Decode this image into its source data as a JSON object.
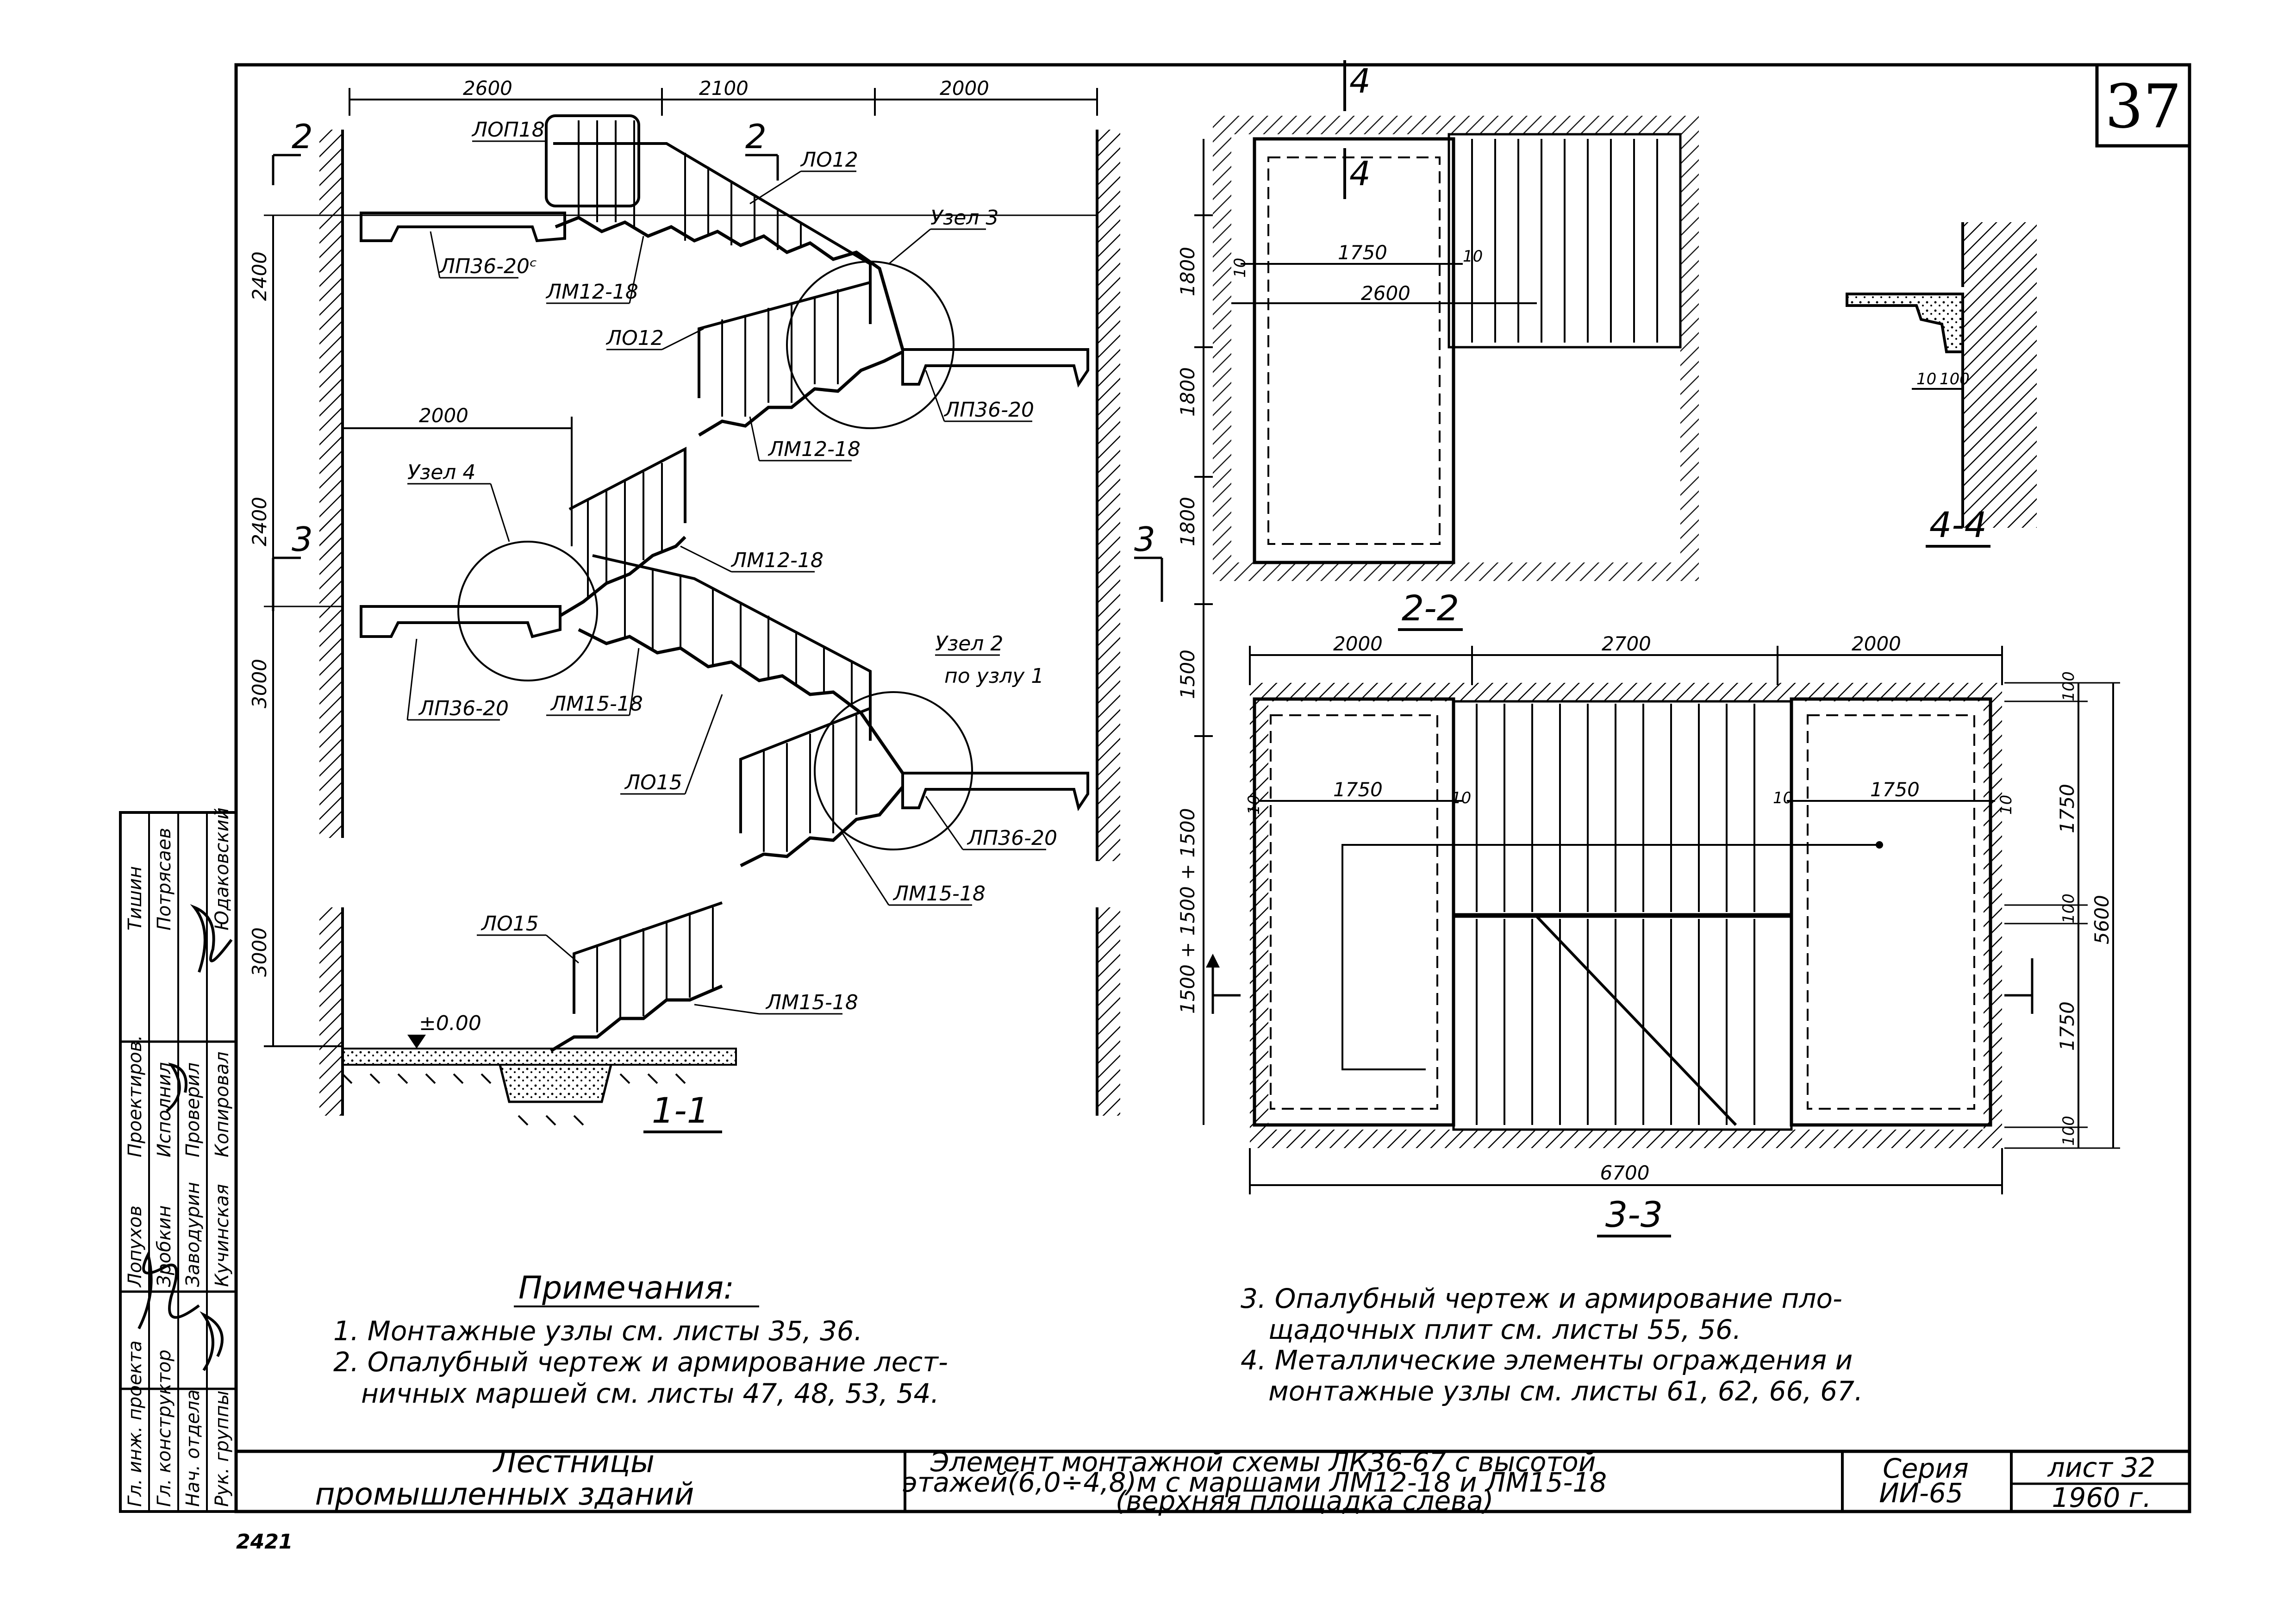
{
  "sheet": {
    "number": "37",
    "list_label": "лист 32",
    "year": "1960 г.",
    "series": [
      "Серия",
      "ИИ-65"
    ],
    "archive_no": "2421"
  },
  "title_block": {
    "left": [
      "Лестницы",
      "промышленных зданий"
    ],
    "center": [
      "Элемент монтажной схемы ЛК36-67 с высотой",
      "этажей(6,0÷4,8)м с маршами ЛМ12-18 и ЛМ15-18",
      "(верхняя площадка слева)"
    ]
  },
  "stamp": {
    "roles": [
      "Гл. инж. проекта",
      "Гл. конструктор",
      "Нач. отдела",
      "Рук. группы"
    ],
    "names": [
      "Лопухов",
      "Зробкин",
      "Заводурин",
      "Кучинская"
    ],
    "functions": [
      "Проектиров.",
      "Исполнил",
      "Проверил",
      "Копировал"
    ],
    "persons": [
      "Тишин",
      "Потрясаев",
      "",
      "Юдаковский"
    ]
  },
  "section_1_1": {
    "caption": "1-1",
    "dims_top": [
      "2600",
      "2100",
      "2000"
    ],
    "dim_mid": "2000",
    "dims_left": [
      "2400",
      "2400",
      "3000",
      "3000"
    ],
    "zero_mark": "±0.00",
    "cut2": "2",
    "cut3": "3",
    "labels": {
      "lopr": "ЛОП18",
      "lo12a": "ЛО12",
      "lo12b": "ЛО12",
      "lo15a": "ЛО15",
      "lo15b": "ЛО15",
      "lp36_20c": "ЛП36-20ᶜ",
      "lp36_20a": "ЛП36-20",
      "lp36_20b": "ЛП36-20",
      "lp36_20d": "ЛП36-20",
      "lm12_18a": "ЛМ12-18",
      "lm12_18b": "ЛМ12-18",
      "lm12_18c": "ЛМ12-18",
      "lm15_18a": "ЛМ15-18",
      "lm15_18b": "ЛМ15-18",
      "lm15_18c": "ЛМ15-18",
      "node3": "Узел 3",
      "node4": "Узел 4",
      "node2": "Узел 2",
      "node2_sub": "по узлу 1"
    }
  },
  "section_2_2": {
    "caption": "2-2",
    "cut4": "4",
    "dims_left": [
      "1800",
      "1800",
      "1800"
    ],
    "dim_1750": "1750",
    "dim_2600": "2600",
    "dim_10": "10"
  },
  "section_3_3": {
    "caption": "3-3",
    "dims_top": [
      "2000",
      "2700",
      "2000"
    ],
    "dim_total": "6700",
    "dims_left": [
      "1500",
      "1500 + 1500 + 1500"
    ],
    "dims_right": [
      "100",
      "1750",
      "100",
      "1750",
      "100"
    ],
    "dim_overall": "5600",
    "dim_1750": "1750",
    "dim_10": "10"
  },
  "section_4_4": {
    "caption": "4-4",
    "dim_a": "10",
    "dim_b": "100"
  },
  "notes": {
    "heading": "Примечания:",
    "items": [
      "1. Монтажные узлы см. листы 35, 36.",
      "2. Опалубный чертеж и армирование лест-",
      "ничных маршей см. листы 47, 48, 53, 54.",
      "3. Опалубный чертеж и армирование пло-",
      "щадочных плит см. листы 55, 56.",
      "4. Металлические элементы ограждения и",
      "монтажные узлы см. листы 61, 62, 66, 67."
    ]
  }
}
